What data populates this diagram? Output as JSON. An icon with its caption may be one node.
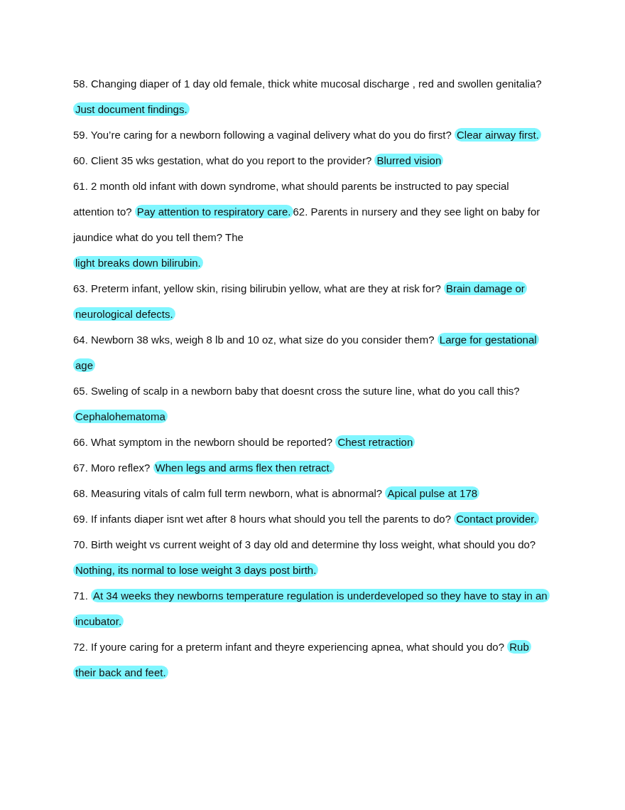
{
  "diagram": {
    "labels": [
      "58. Changing diaper of 1 day old female, thick white mucosal discharge , red and swollen genitalia?",
      "Just document findings.",
      "59. You’re caring for a newborn following a vaginal delivery what do you do first?",
      "Clear airway first.",
      "60. Client 35 wks gestation, what do you report to the provider?",
      "Blurred vision",
      "61. 2 month old infant with down syndrome, what should parents be instructed to pay special attention to?",
      "Pay attention to respiratory care.",
      "62. Parents in nursery and they see light on baby for jaundice what do you tell them? The",
      "light breaks down bilirubin.",
      "63. Preterm infant, yellow skin, rising bilirubin yellow, what are they at risk for?",
      "Brain damage or neurological defects.",
      "64. Newborn 38 wks, weigh 8 lb and 10 oz, what size do you consider them?",
      "Large for gestational age",
      "65. Sweling of scalp in a newborn baby that doesnt cross the suture line, what do you call this?",
      "Cephalohematoma",
      "66. What symptom in the newborn should be reported?",
      "Chest retraction",
      "67. Moro reflex?",
      "When legs and arms flex then retract.",
      "68. Measuring vitals of calm full term newborn, what is abnormal?",
      "Apical pulse at 178",
      "69. If infants diaper isnt wet after 8 hours what should you tell the parents to do?",
      "Contact provider.",
      "70. Birth weight vs current weight of 3 day old and determine thy loss weight, what should you do?",
      "Nothing, its normal to lose weight 3 days post birth.",
      "71.",
      "At 34 weeks they newborns temperature regulation is underdeveloped so they have to stay in an incubator.",
      "72. If youre caring for a preterm infant and theyre experiencing apnea, what should you do?",
      "Rub their back and feet."
    ]
  }
}
